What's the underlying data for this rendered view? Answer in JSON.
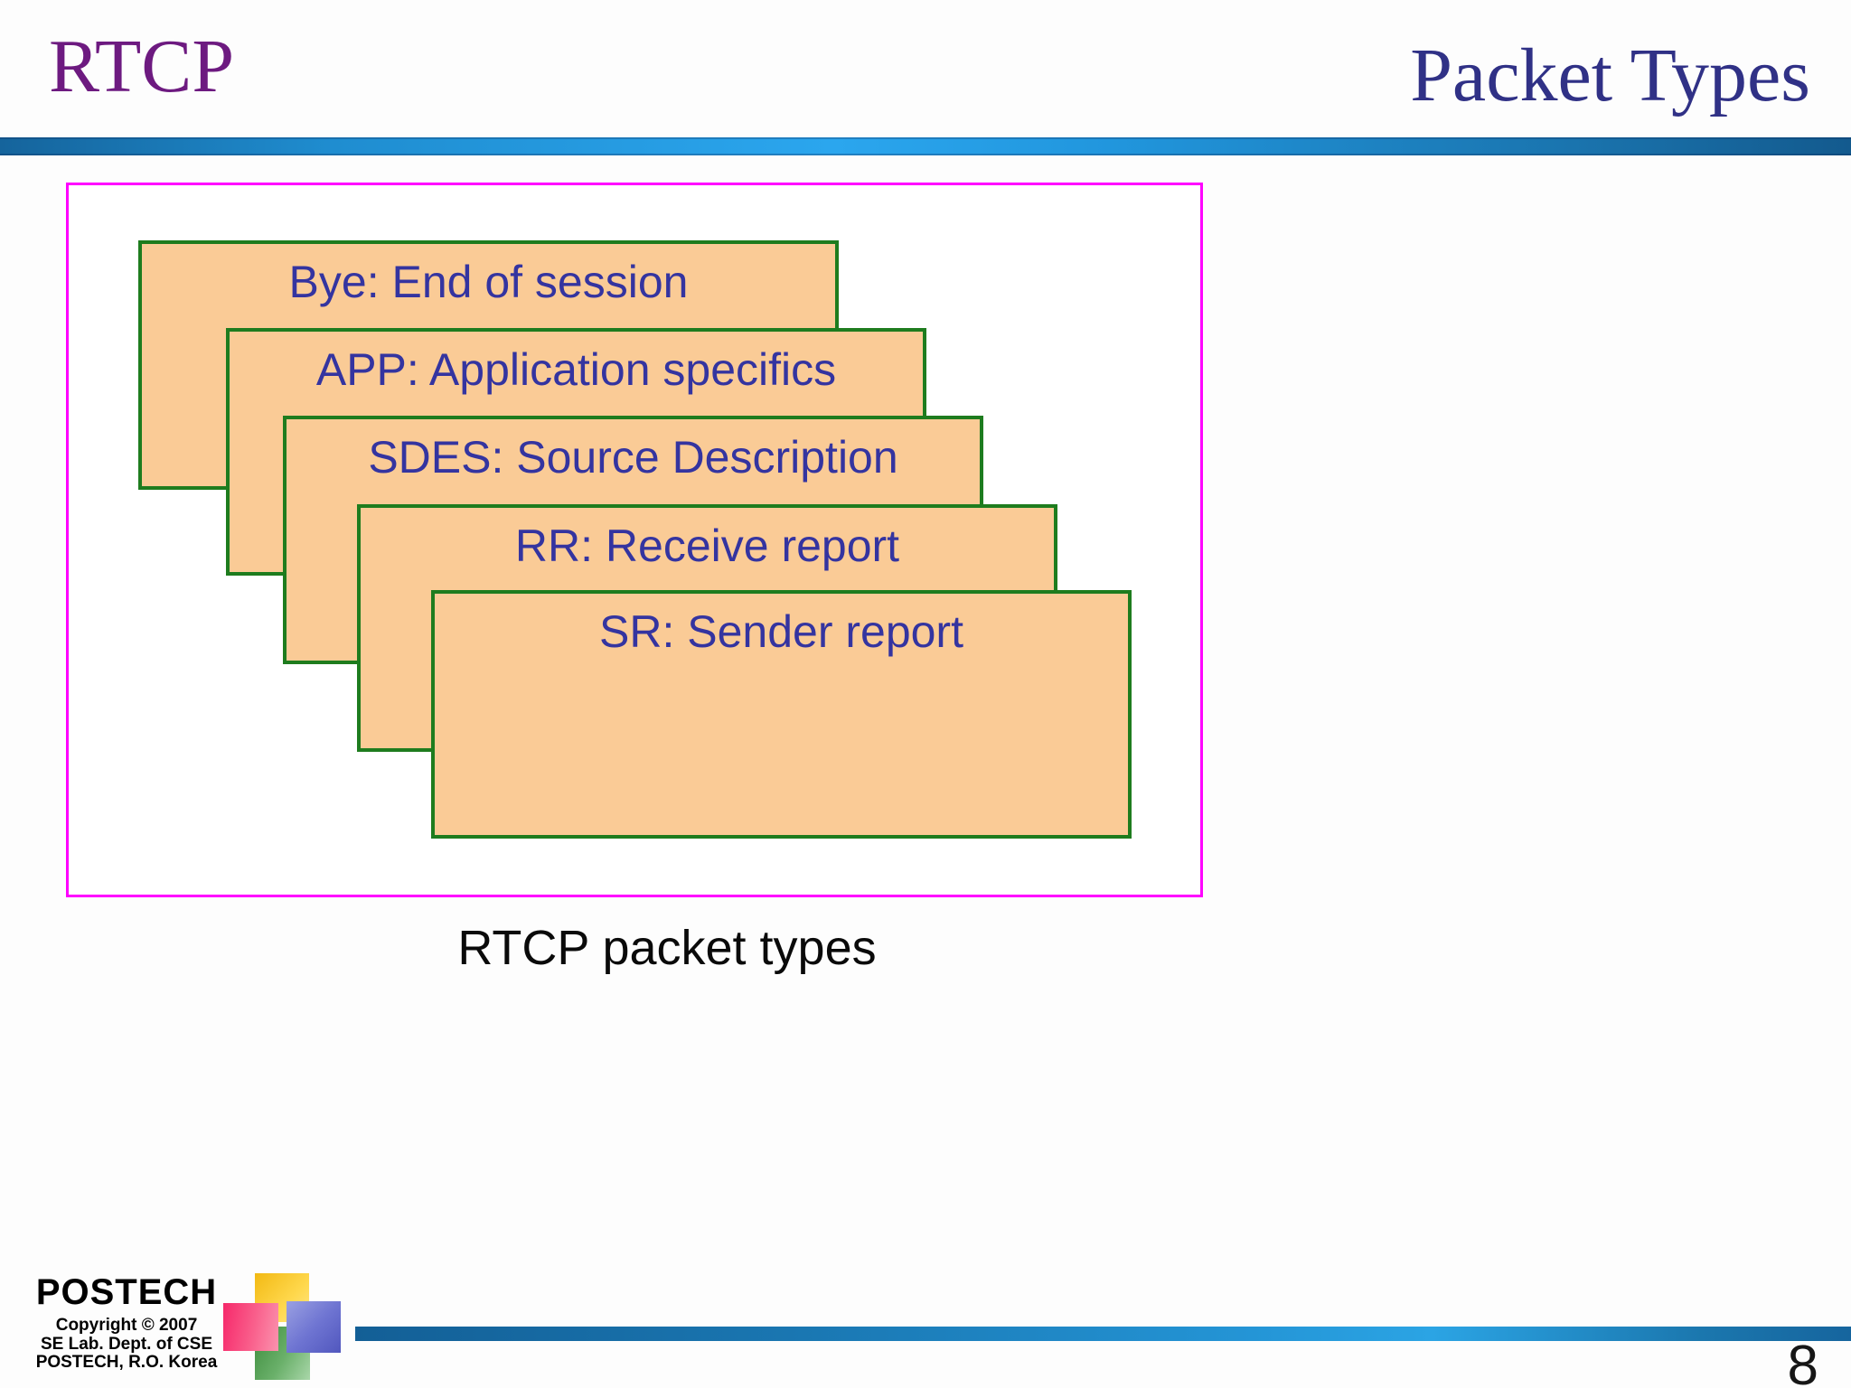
{
  "header": {
    "title": "RTCP",
    "subtitle": "Packet Types"
  },
  "diagram": {
    "caption": "RTCP packet types",
    "boxes": [
      {
        "id": "bye",
        "label": "Bye: End of session"
      },
      {
        "id": "app",
        "label": "APP: Application specifics"
      },
      {
        "id": "sdes",
        "label": "SDES: Source Description"
      },
      {
        "id": "rr",
        "label": "RR: Receive report"
      },
      {
        "id": "sr",
        "label": "SR: Sender report"
      }
    ]
  },
  "footer": {
    "logo_text": "POSTECH",
    "copyright_lines": [
      "Copyright © 2007",
      "SE Lab. Dept. of CSE",
      "POSTECH, R.O. Korea"
    ],
    "page_number": "8"
  },
  "colors": {
    "title_purple": "#6d1a80",
    "subtitle_navy": "#303186",
    "header_bar_blue": "#2196dd",
    "container_border_magenta": "#ff00ff",
    "box_fill_orange": "#facb96",
    "box_border_green": "#1e7c1e",
    "box_text_blue": "#3434a0",
    "footer_bar_blue": "#1d85c4",
    "logo_yellow": "#f6c026",
    "logo_pink": "#f6286a",
    "logo_blue": "#6f75d2",
    "logo_green": "#4e9e4e"
  }
}
